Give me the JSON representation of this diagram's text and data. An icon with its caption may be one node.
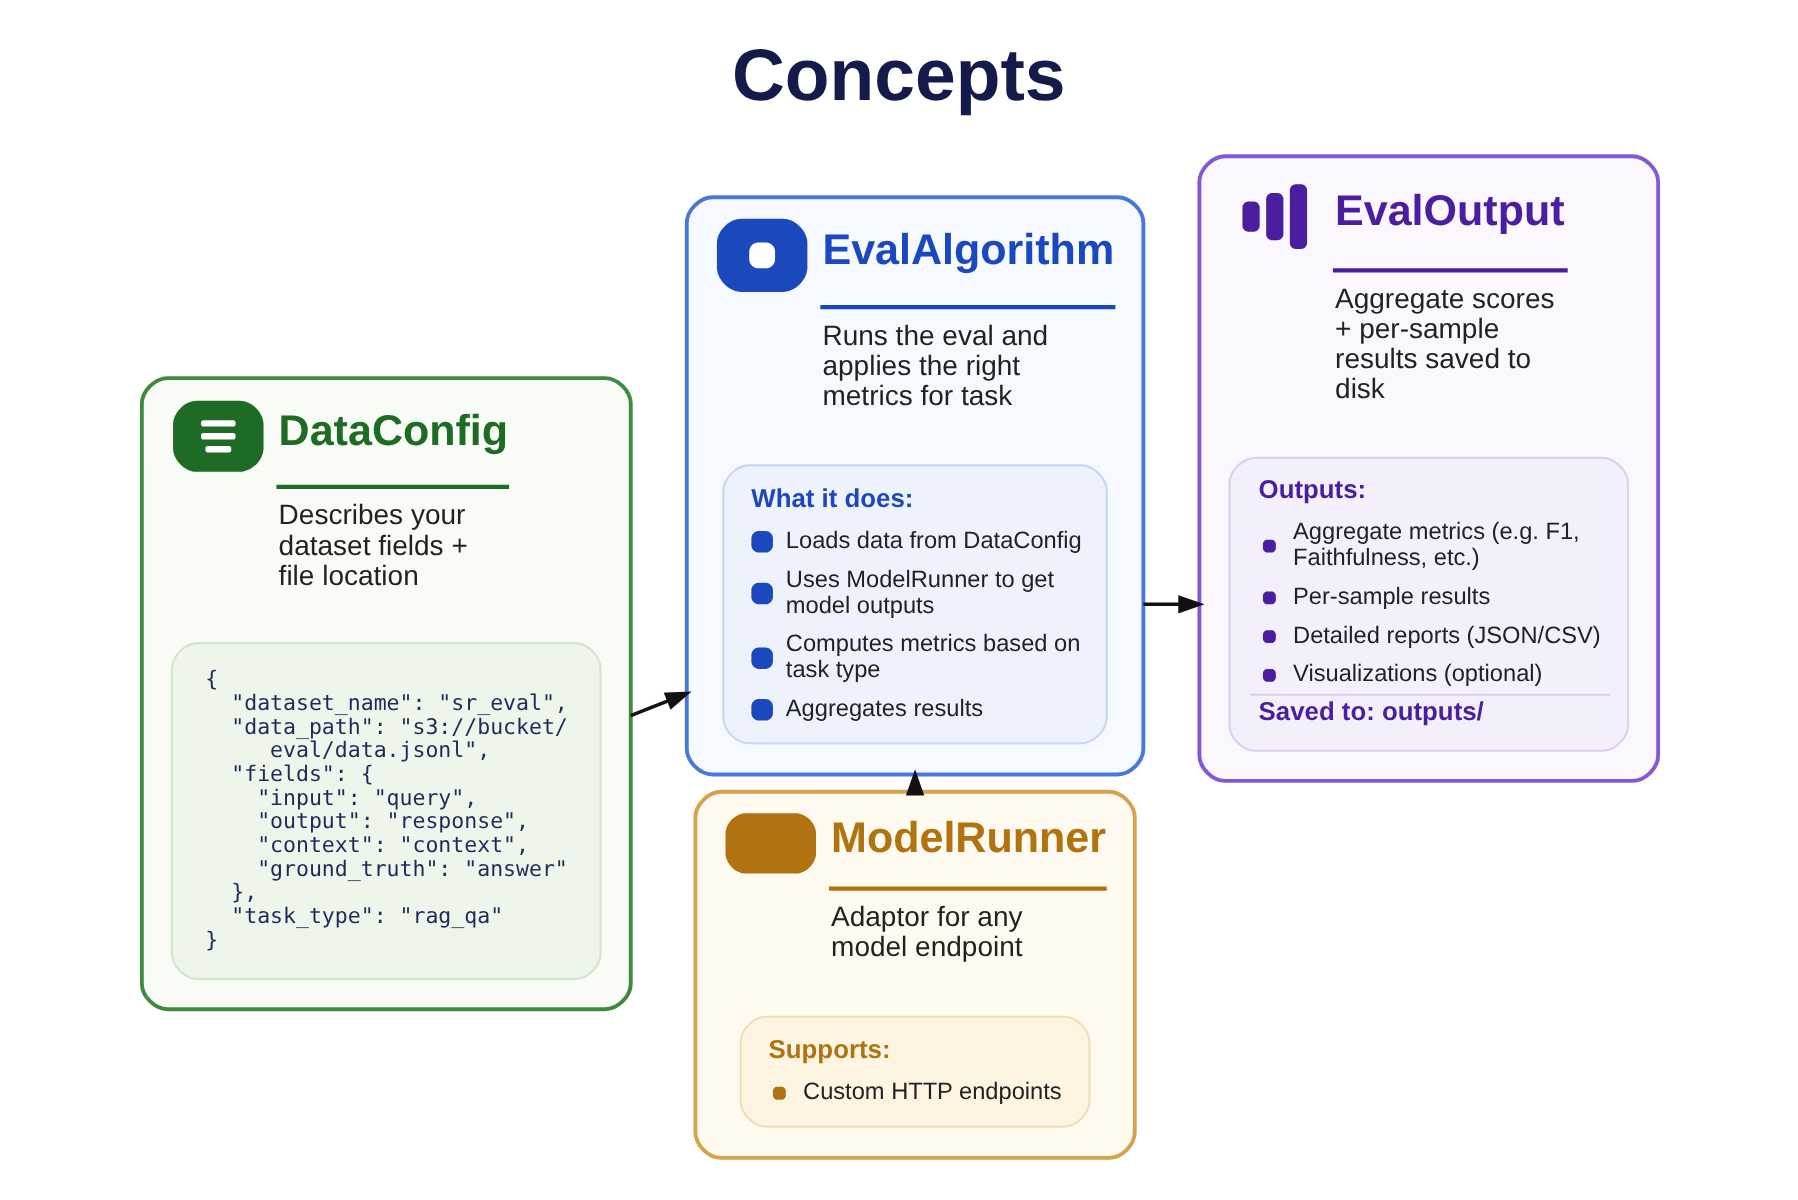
{
  "diagram": {
    "title": "Concepts",
    "nodes": [
      {
        "text": [
          "DataConfig",
          "Describes your dataset fields + file location"
        ]
      },
      {
        "text": [
          "{",
          "\"dataset_name\": \"sr_eval\",",
          "\"data_path\": \"s3://bucket/ eval/data.jsonl\",",
          "\"fields\": {",
          "\"input\": \"query\",",
          "\"output\": \"response\",",
          "\"context\": \"context\",",
          "\"ground_truth\": \"answer\"",
          "},",
          "\"task_type\": \"rag_qa\"",
          "}"
        ],
        "in": 0
      },
      {
        "text": [
          "EvalAlgorithm",
          "Runs the eval and applies the right metrics for task"
        ]
      },
      {
        "text": [
          "What it does:",
          "Loads data from DataConfig",
          "Uses ModelRunner to get model outputs",
          "Computes metrics based on task type",
          "Aggregates results"
        ],
        "in": 2
      },
      {
        "text": [
          "EvalOutput",
          "Aggregate scores + per-sample results saved to disk"
        ]
      },
      {
        "text": [
          "Outputs:",
          "Aggregate metrics (e.g. F1, Faithfulness, etc.)",
          "Per-sample results",
          "Detailed reports (JSON/CSV)",
          "Visualizations (optional)",
          "Saved to: outputs/"
        ],
        "in": 4
      },
      {
        "text": [
          "ModelRunner",
          "Adaptor for any model endpoint"
        ]
      },
      {
        "text": [
          "Supports:",
          "Custom HTTP endpoints"
        ],
        "in": 6
      }
    ],
    "edges": [
      {
        "from": 0,
        "to": 2,
        "arrow": "to"
      },
      {
        "from": 2,
        "to": 4,
        "arrow": "to"
      },
      {
        "from": 6,
        "to": 2,
        "arrow": "to"
      }
    ]
  }
}
